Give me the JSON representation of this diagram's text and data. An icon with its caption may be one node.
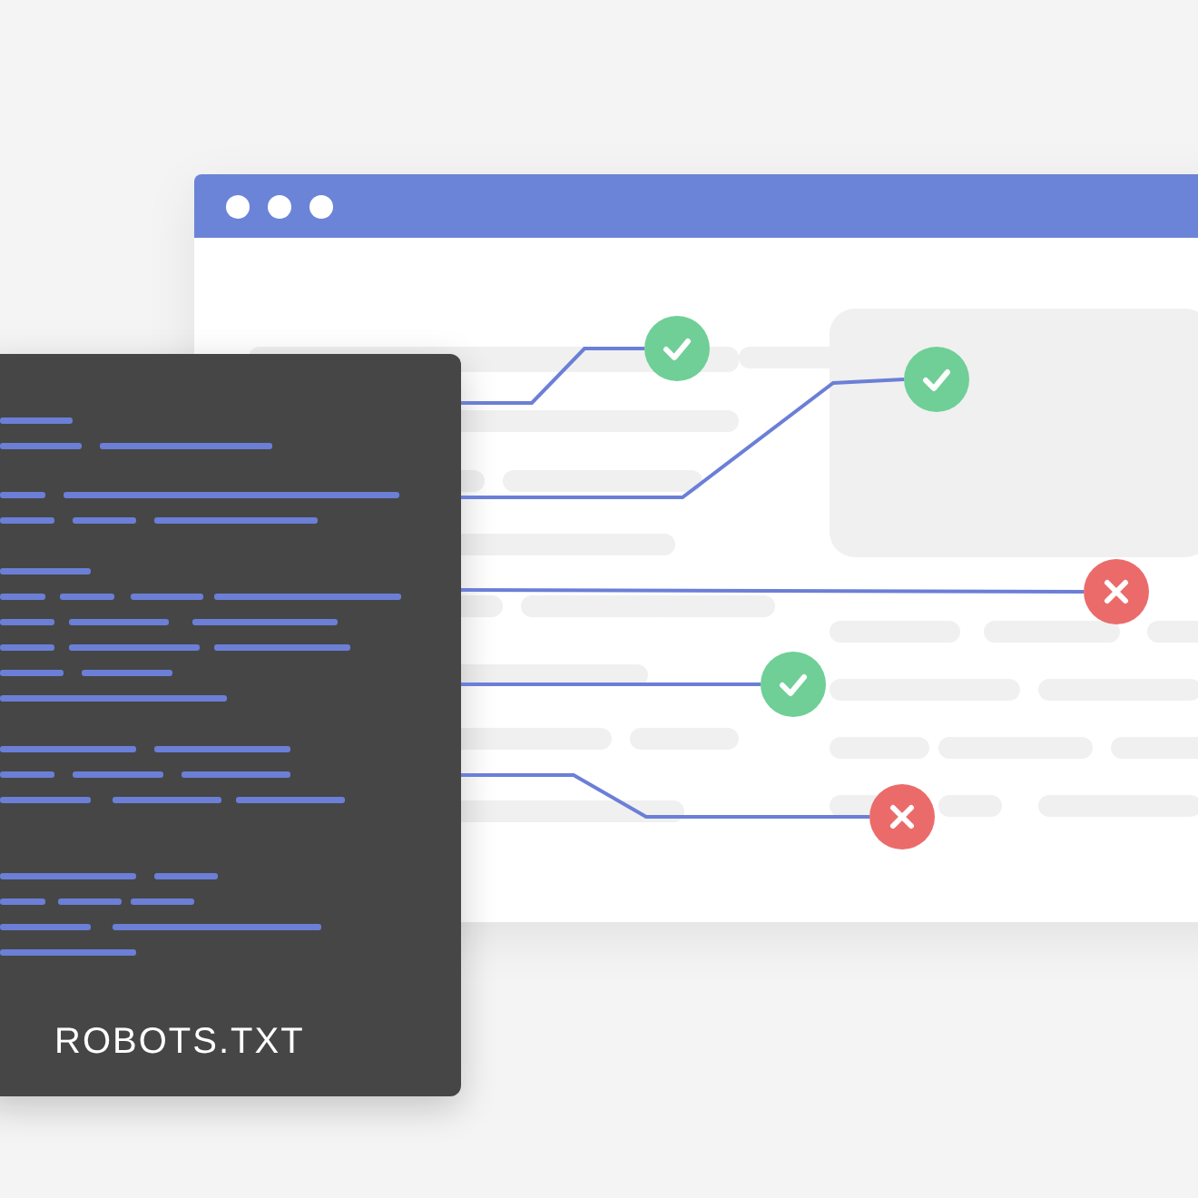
{
  "diagram": {
    "nodes": [
      {
        "text": [
          "ROBOTS.TXT"
        ]
      },
      {
        "text": [],
        "shape": "circle"
      },
      {
        "text": [],
        "shape": "circle"
      },
      {
        "text": [],
        "shape": "circle"
      },
      {
        "text": [],
        "shape": "circle"
      },
      {
        "text": [],
        "shape": "circle"
      }
    ],
    "edges": [
      {
        "from": 0,
        "to": 1,
        "arrow": "none"
      },
      {
        "from": 0,
        "to": 2,
        "arrow": "none"
      },
      {
        "from": 0,
        "to": 3,
        "arrow": "none"
      },
      {
        "from": 0,
        "to": 4,
        "arrow": "none"
      },
      {
        "from": 0,
        "to": 5,
        "arrow": "none"
      }
    ]
  }
}
